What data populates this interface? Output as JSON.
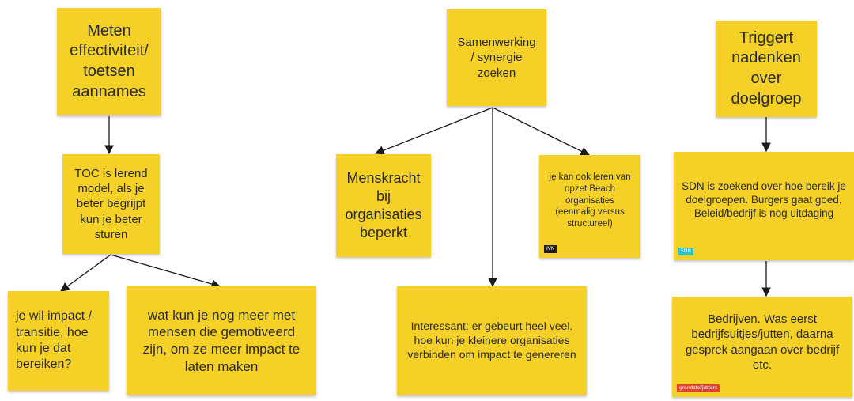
{
  "notes": {
    "n1": {
      "text": "Meten effectiviteit/ toetsen aannames"
    },
    "n2": {
      "text": "TOC is lerend model, als je beter begrijpt kun je beter sturen"
    },
    "n3": {
      "text": "je wil impact / transitie, hoe kun je dat bereiken?"
    },
    "n4": {
      "text": "wat kun je nog meer met mensen die gemotiveerd zijn, om ze meer impact te laten maken"
    },
    "n5": {
      "text": "Samenwerking / synergie zoeken"
    },
    "n6": {
      "text": "Menskracht bij organisaties beperkt"
    },
    "n7": {
      "text": "je kan ook leren van opzet Beach organisaties (eenmalig versus structureel)",
      "tag": "IVN"
    },
    "n8": {
      "text": "Interessant: er gebeurt heel veel. hoe kun je kleinere organisaties verbinden om impact te genereren"
    },
    "n9": {
      "text": "Triggert nadenken over doelgroep"
    },
    "n10": {
      "text": "SDN is zoekend over hoe bereik je doelgroepen. Burgers gaat goed. Beleid/bedrijf is nog uitdaging",
      "tag": "SDN"
    },
    "n11": {
      "text": "Bedrijven. Was eerst bedrijfsuitjes/jutten, daarna gesprek aangaan over bedrijf etc.",
      "tag": "grondstofjutters"
    }
  },
  "colors": {
    "note": "#f5d128",
    "connector": "#1a1a1a",
    "text": "#2b2b2b",
    "tag_ivn": "#1f1f1f",
    "tag_sdn": "#2ec4c7",
    "tag_grondstofjutters": "#e0442e"
  }
}
